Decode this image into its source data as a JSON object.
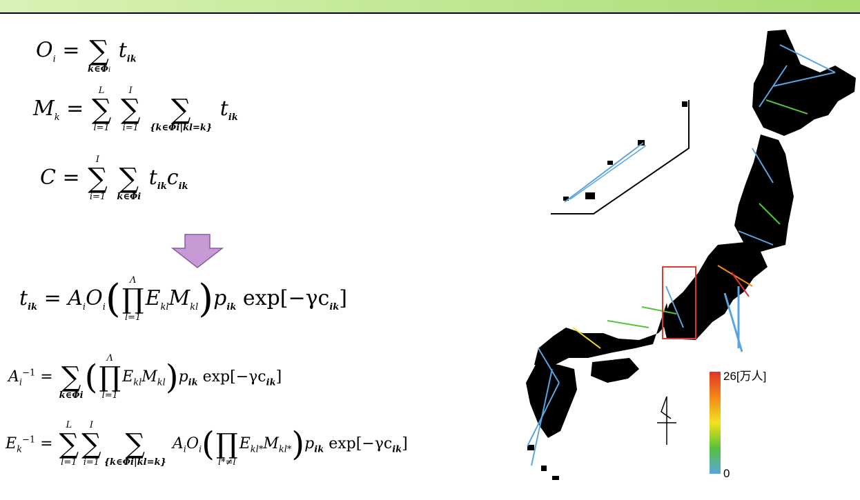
{
  "header": {
    "bar_colors": [
      "#d9f2b6",
      "#a9dc72"
    ]
  },
  "equations": {
    "O": {
      "lhs": "O",
      "lhs_sub": "i",
      "eq": "=",
      "sum_sub": "k∈Φ",
      "sum_sub_i": "i",
      "rhs": "t",
      "rhs_sub": "ik"
    },
    "M": {
      "lhs": "M",
      "lhs_sub": "k",
      "eq": "=",
      "s1_top": "L",
      "s1_bot": "l=1",
      "s2_top": "I",
      "s2_bot": "i=1",
      "s3_bot": "{k∈Φi|kl=k}",
      "rhs": "t",
      "rhs_sub": "ik"
    },
    "C": {
      "lhs": "C",
      "eq": "=",
      "s1_top": "I",
      "s1_bot": "i=1",
      "s2_bot": "k∈Φi",
      "rhs1": "t",
      "rhs1_sub": "ik",
      "rhs2": "c",
      "rhs2_sub": "ik"
    },
    "t": {
      "lhs": "t",
      "lhs_sub": "ik",
      "eq": "=",
      "a": "A",
      "a_sub": "i",
      "o": "O",
      "o_sub": "i",
      "prod_top": "Λ",
      "prod_bot": "l=1",
      "e": "E",
      "e_sub": "kl",
      "m": "M",
      "m_sub": "kl",
      "p": "p",
      "p_sub": "ik",
      "exp": "exp[−γc",
      "exp_sub": "ik",
      "close": "]"
    },
    "A": {
      "lhs": "A",
      "lhs_sub": "i",
      "lhs_sup": "−1",
      "eq": "=",
      "sum_bot": "k∈Φi",
      "prod_top": "Λ",
      "prod_bot": "l=1",
      "e": "E",
      "e_sub": "kl",
      "m": "M",
      "m_sub": "kl",
      "p": "p",
      "p_sub": "ik",
      "exp": "exp[−γc",
      "exp_sub": "ik",
      "close": "]"
    },
    "E": {
      "lhs": "E",
      "lhs_sub": "k",
      "lhs_sup": "−1",
      "eq": "=",
      "s1_top": "L",
      "s1_bot": "l=1",
      "s2_top": "I",
      "s2_bot": "i=1",
      "s3_bot": "{k∈Φi|kl=k}",
      "a": "A",
      "a_sub": "i",
      "o": "O",
      "o_sub": "i",
      "prod_bot": "l*≠l",
      "e": "E",
      "e_sub": "kl*",
      "m": "M",
      "m_sub": "kl*",
      "p": "p",
      "p_sub": "ik",
      "exp": "exp[−γc",
      "exp_sub": "ik",
      "close": "]"
    }
  },
  "arrow": {
    "color": "#c79ad6",
    "stroke": "#8a5aa0"
  },
  "map": {
    "land_color": "#000000",
    "highlight_color": "#e03a2f",
    "legend": {
      "max_label": "26[万人]",
      "min_label": "0",
      "colors": [
        "#e53228",
        "#f08a1c",
        "#f2e21c",
        "#55c23a",
        "#5aa5e0"
      ]
    }
  }
}
